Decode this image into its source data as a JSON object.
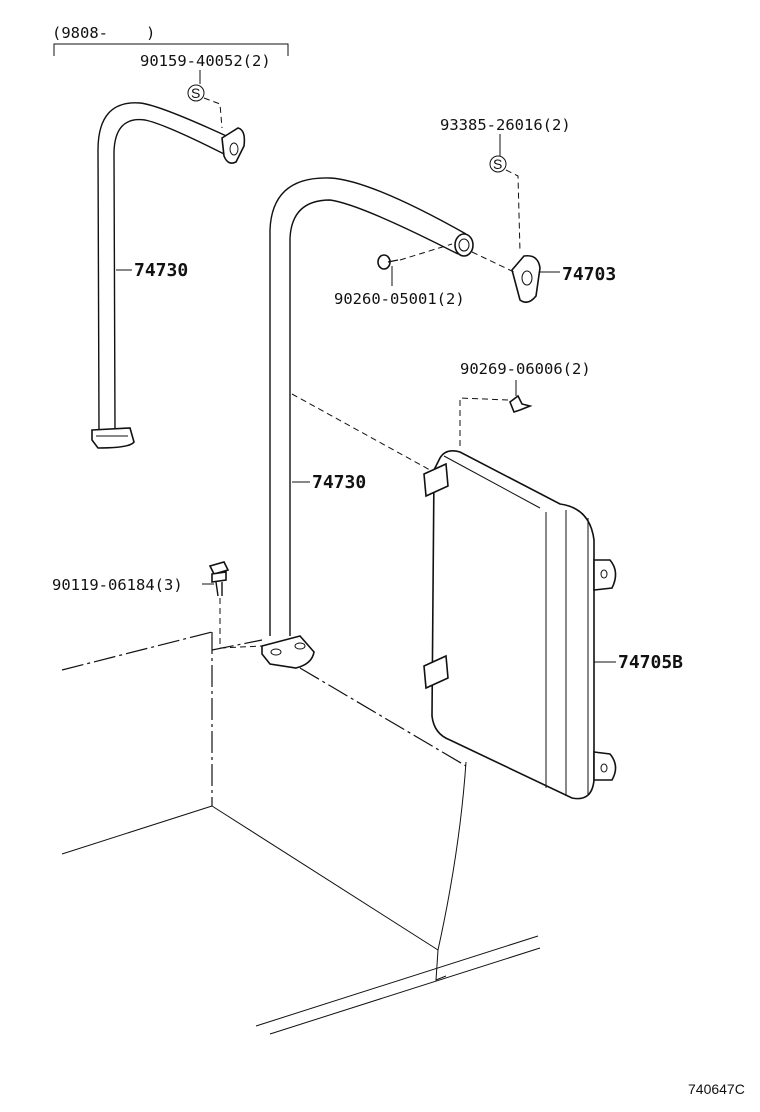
{
  "diagram": {
    "date_bracket": "(9808-",
    "date_bracket_close": ")",
    "diagram_code": "740647C",
    "parts": {
      "screw_top": "90159-40052(2)",
      "screw_right": "93385-26016(2)",
      "pipe_left": "74730",
      "bracket": "74703",
      "pin": "90260-05001(2)",
      "clip": "90269-06006(2)",
      "pipe_center": "74730",
      "bolt": "90119-06184(3)",
      "panel": "74705B"
    },
    "screw_symbol": "S"
  }
}
